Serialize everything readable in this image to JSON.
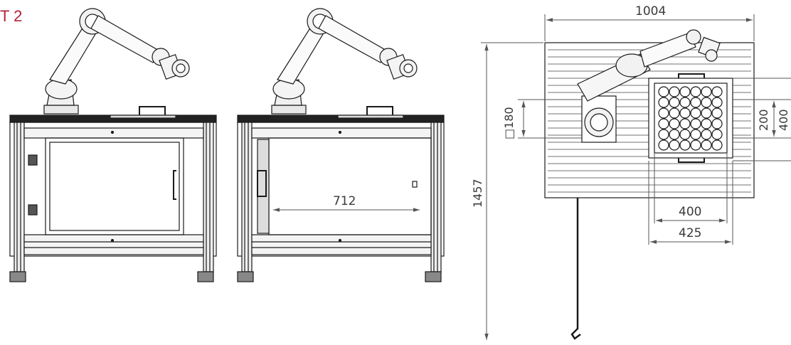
{
  "title": "T 2",
  "dimensions": {
    "front_inner_width": "712",
    "top_width": "1004",
    "top_height": "1457",
    "flange_square": "□180",
    "tray_inner_height": "200",
    "tray_outer_height": "400",
    "tray_inner_width": "400",
    "tray_outer_width": "425"
  },
  "colors": {
    "line": "#1a1a1a",
    "dim_line": "#555555",
    "title": "#b3233a"
  }
}
